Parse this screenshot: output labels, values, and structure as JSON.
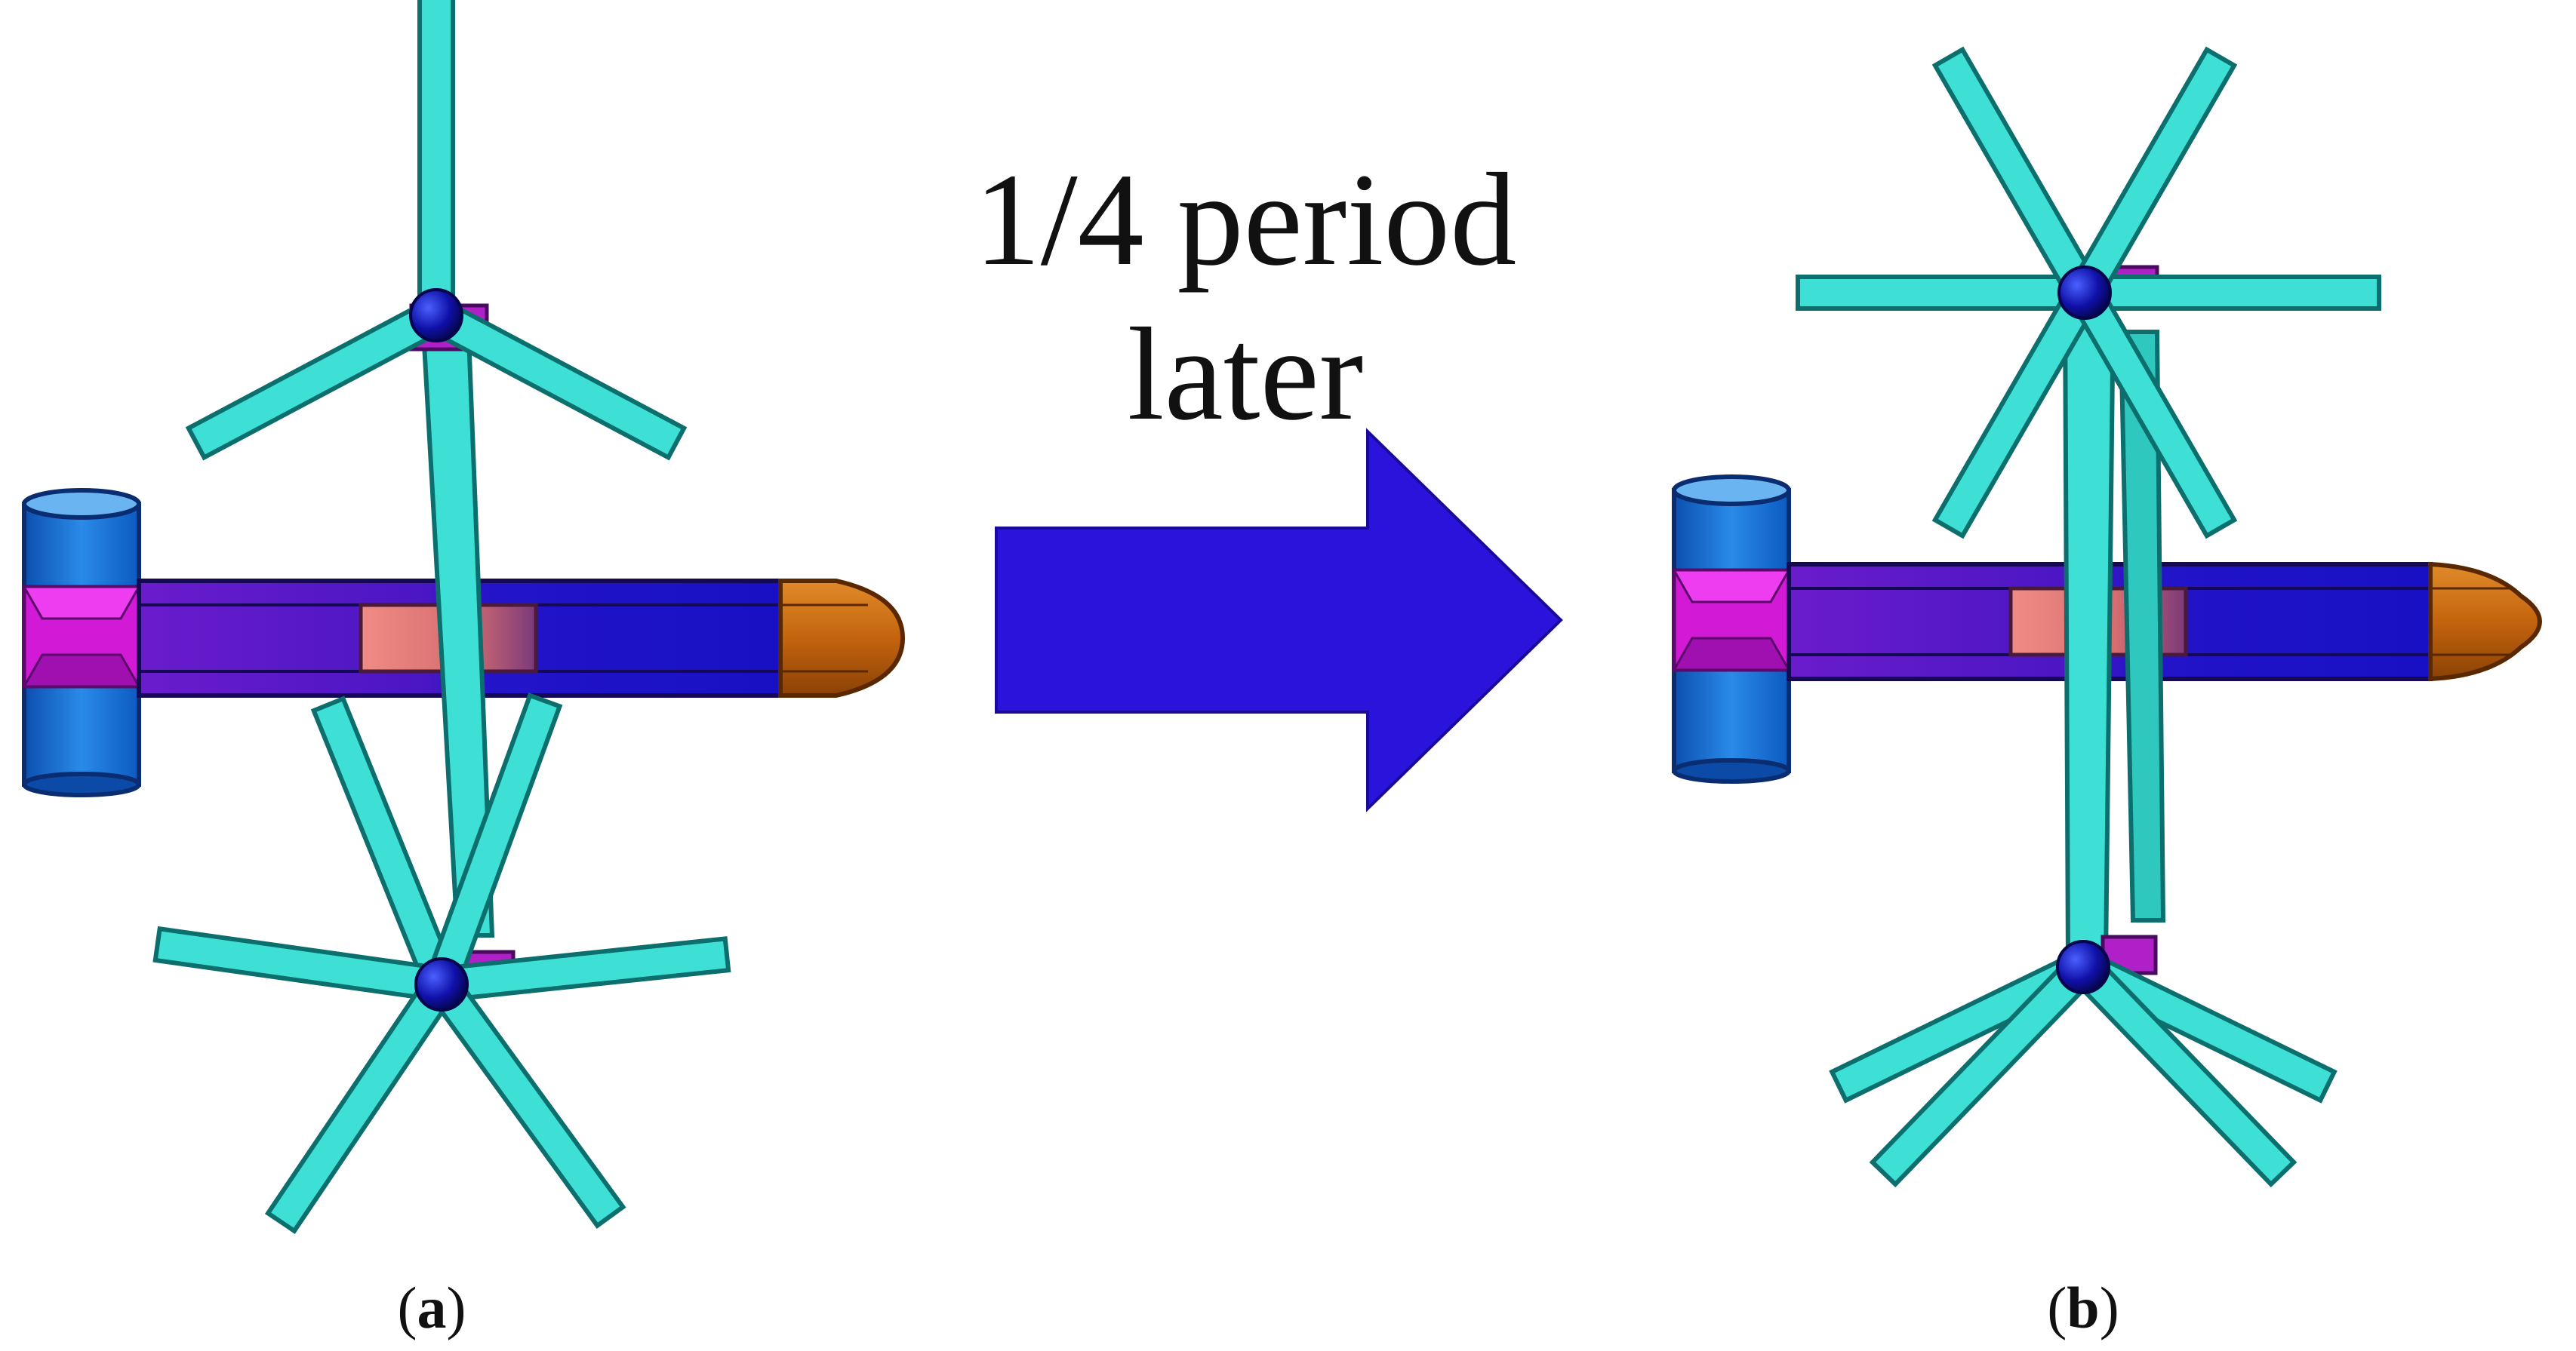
{
  "annotation": {
    "line1": "1/4 period",
    "line2": "later"
  },
  "panels": [
    {
      "open": "(",
      "letter": "a",
      "close": ")"
    },
    {
      "open": "(",
      "letter": "b",
      "close": ")"
    }
  ],
  "colors": {
    "blade": "#3ee0d6",
    "blade_edge": "#0d6e6e",
    "hub": "#1212a8",
    "hub_block": "#b020c8",
    "hull_violet": "#5a18c8",
    "hull_blue": "#1a14cc",
    "hull_magenta": "#d21ad6",
    "nose": "#c2640c",
    "float": "#1a78d8",
    "band": "#e57a74",
    "arrow": "#2a14dc"
  }
}
